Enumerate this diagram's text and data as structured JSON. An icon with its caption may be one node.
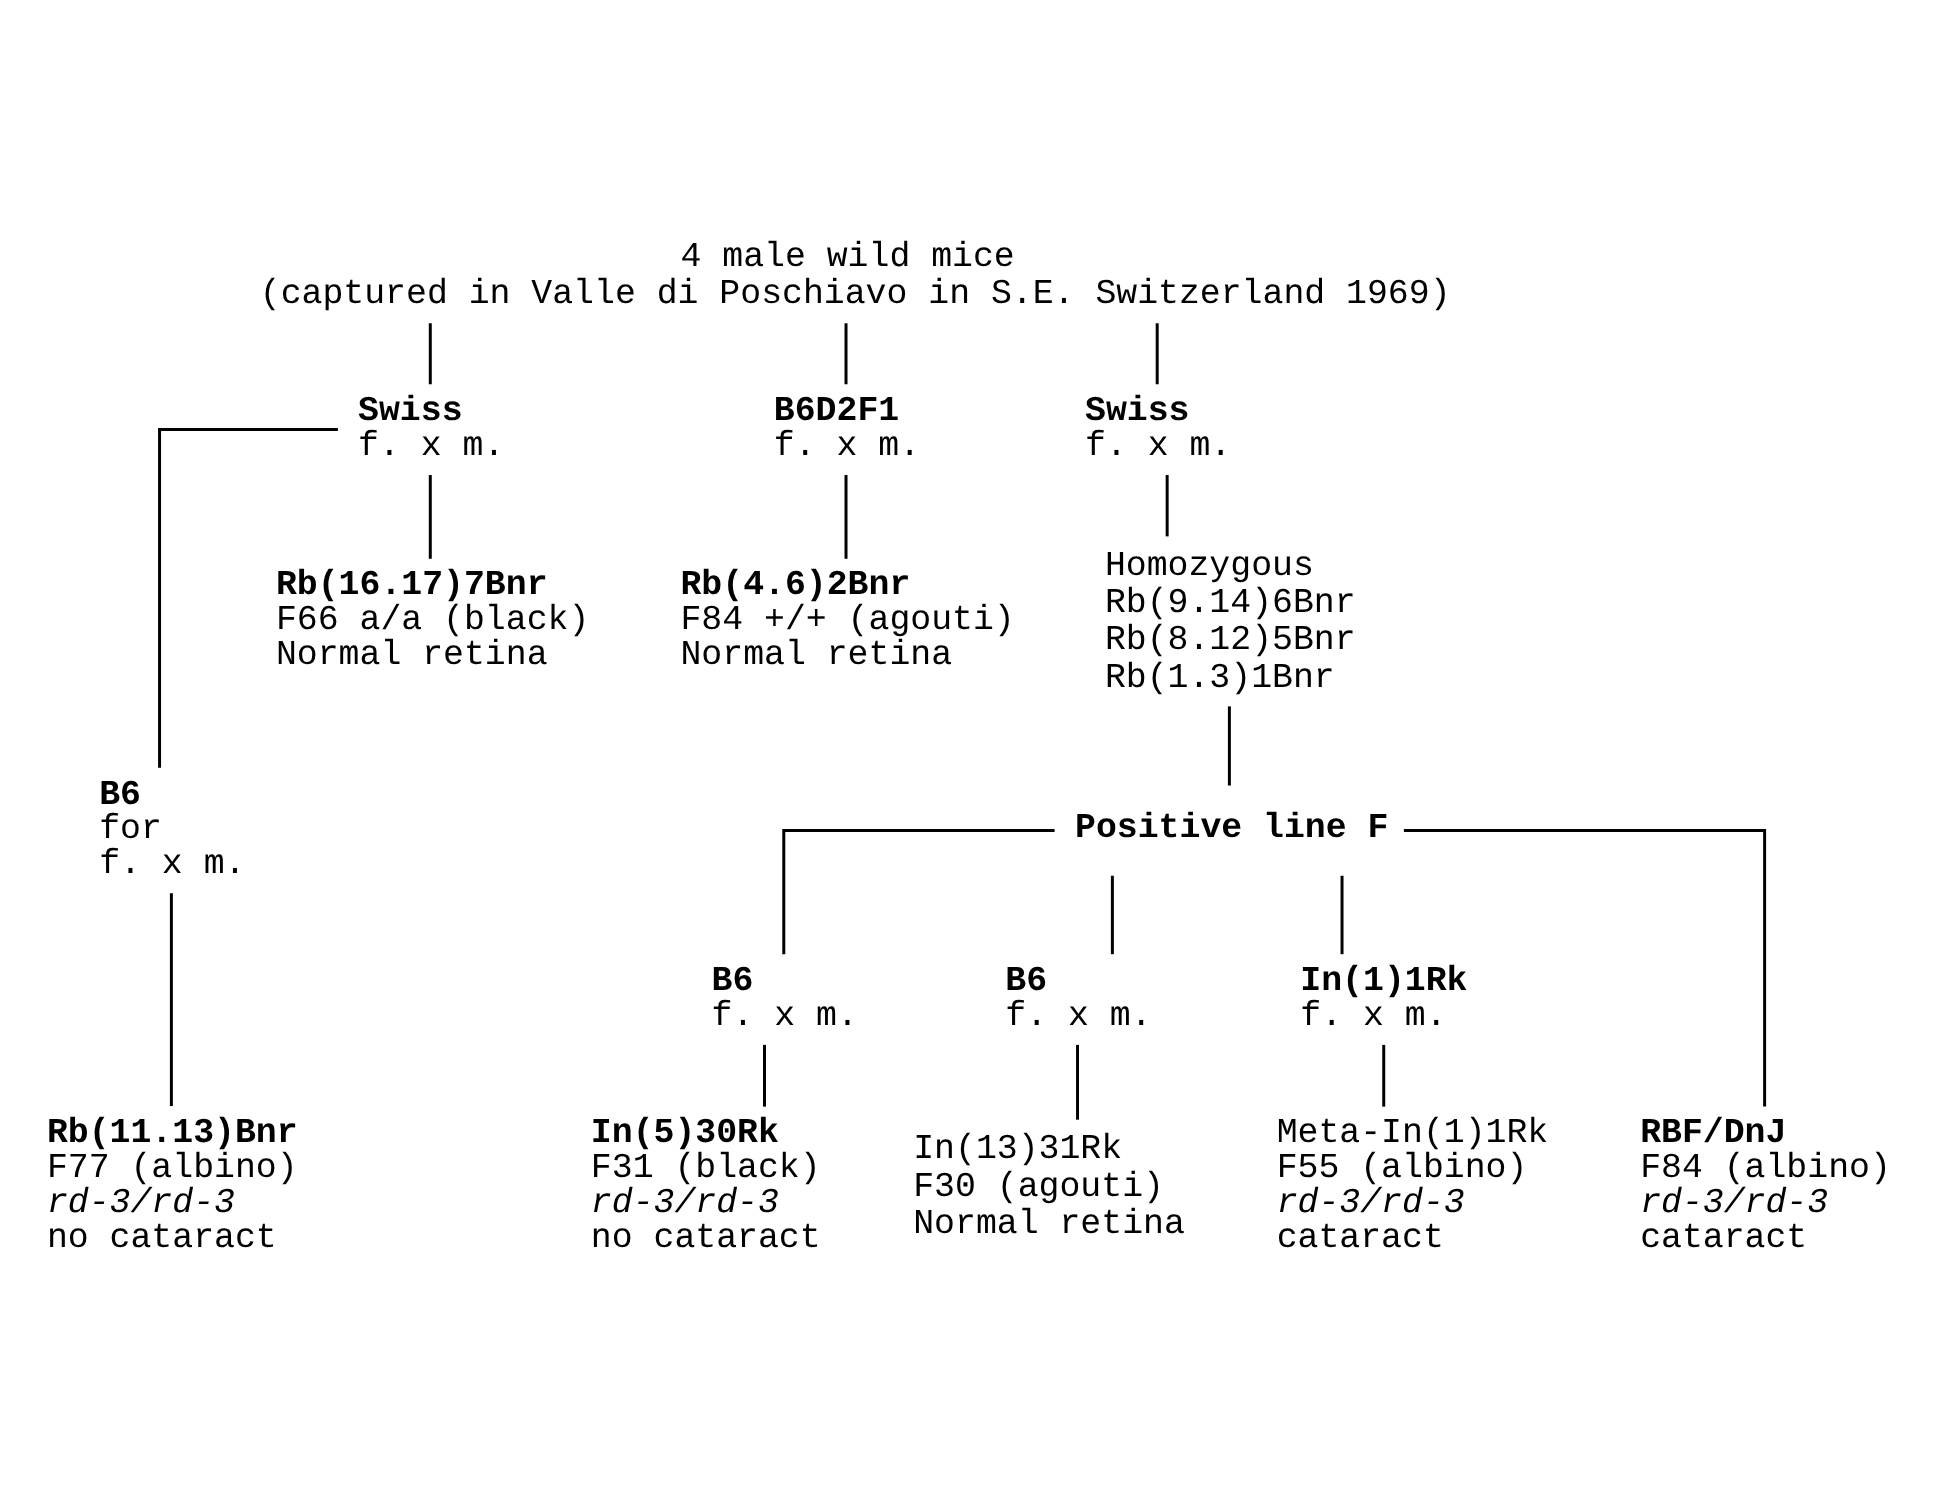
{
  "diagram": {
    "nodes": [
      {
        "text": [
          "4 male wild mice",
          "(captured in Valle di Poschiavo in S.E. Switzerland 1969)"
        ]
      },
      {
        "text": [
          "Swiss",
          "f. x m."
        ]
      },
      {
        "text": [
          "B6D2F1",
          "f. x m."
        ]
      },
      {
        "text": [
          "Swiss",
          "f. x m."
        ]
      },
      {
        "text": [
          "B6",
          "for",
          "f. x m."
        ]
      },
      {
        "text": [
          "Rb(16.17)7Bnr",
          "F66 a/a (black)",
          "Normal retina"
        ]
      },
      {
        "text": [
          "Rb(4.6)2Bnr",
          "F84 +/+ (agouti)",
          "Normal retina"
        ]
      },
      {
        "text": [
          "Homozygous",
          "Rb(9.14)6Bnr",
          "Rb(8.12)5Bnr",
          "Rb(1.3)1Bnr"
        ]
      },
      {
        "text": [
          "Positive line F"
        ]
      },
      {
        "text": [
          "B6",
          "f. x m."
        ]
      },
      {
        "text": [
          "B6",
          "f. x m."
        ]
      },
      {
        "text": [
          "In(1)1Rk",
          "f. x m."
        ]
      },
      {
        "text": [
          "In(13)31Rk",
          "F30 (agouti)",
          "Normal retina"
        ]
      },
      {
        "text": [
          "Rb(11.13)Bnr",
          "F77 (albino)",
          "rd-3/rd-3",
          "no cataract"
        ]
      },
      {
        "text": [
          "In(5)30Rk",
          "F31 (black)",
          "rd-3/rd-3",
          "no cataract"
        ]
      },
      {
        "text": [
          "Meta-In(1)1Rk",
          "F55 (albino)",
          "rd-3/rd-3",
          "cataract"
        ]
      },
      {
        "text": [
          "RBF/DnJ",
          "F84 (albino)",
          "rd-3/rd-3",
          "cataract"
        ]
      }
    ],
    "edges": [
      {
        "from": 0,
        "to": 1,
        "arrow": "none"
      },
      {
        "from": 0,
        "to": 2,
        "arrow": "none"
      },
      {
        "from": 0,
        "to": 3,
        "arrow": "none"
      },
      {
        "from": 1,
        "to": 4,
        "arrow": "none"
      },
      {
        "from": 1,
        "to": 5,
        "arrow": "none"
      },
      {
        "from": 2,
        "to": 6,
        "arrow": "none"
      },
      {
        "from": 3,
        "to": 7,
        "arrow": "none"
      },
      {
        "from": 7,
        "to": 8,
        "arrow": "none"
      },
      {
        "from": 8,
        "to": 9,
        "arrow": "none"
      },
      {
        "from": 8,
        "to": 10,
        "arrow": "none"
      },
      {
        "from": 8,
        "to": 11,
        "arrow": "none"
      },
      {
        "from": 4,
        "to": 13,
        "arrow": "none"
      },
      {
        "from": 9,
        "to": 14,
        "arrow": "none"
      },
      {
        "from": 10,
        "to": 12,
        "arrow": "none"
      },
      {
        "from": 11,
        "to": 15,
        "arrow": "none"
      },
      {
        "from": 8,
        "to": 16,
        "arrow": "none"
      }
    ]
  }
}
